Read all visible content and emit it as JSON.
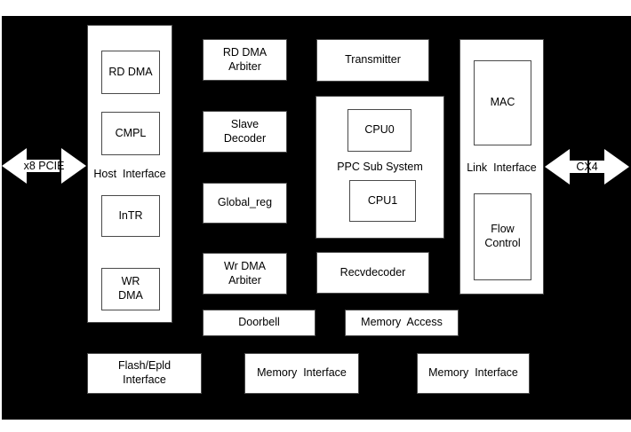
{
  "colors": {
    "page_bg": "#ffffff",
    "diagram_bg": "#000000",
    "box_fill": "#ffffff",
    "box_border": "#4a4a4a",
    "text": "#000000"
  },
  "ports": {
    "pcie": "x8 PCIE",
    "cx4": "CX4"
  },
  "blocks": {
    "host_interface": "Host  Interface",
    "rd_dma": "RD DMA",
    "cmpl": "CMPL",
    "intr": "InTR",
    "wr_dma": "WR\nDMA",
    "rd_dma_arbiter": "RD DMA\nArbiter",
    "slave_decoder": "Slave\nDecoder",
    "global_reg": "Global_reg",
    "wr_dma_arbiter": "Wr DMA\nArbiter",
    "doorbell": "Doorbell",
    "transmitter": "Transmitter",
    "ppc_sub_system": "PPC Sub System",
    "cpu0": "CPU0",
    "cpu1": "CPU1",
    "recvdecoder": "Recvdecoder",
    "memory_access": "Memory  Access",
    "link_interface": "Link  Interface",
    "mac": "MAC",
    "flow_control": "Flow\nControl",
    "flash_epld_interface": "Flash/Epld\nInterface",
    "memory_interface_left": "Memory  Interface",
    "memory_interface_right": "Memory  Interface"
  }
}
